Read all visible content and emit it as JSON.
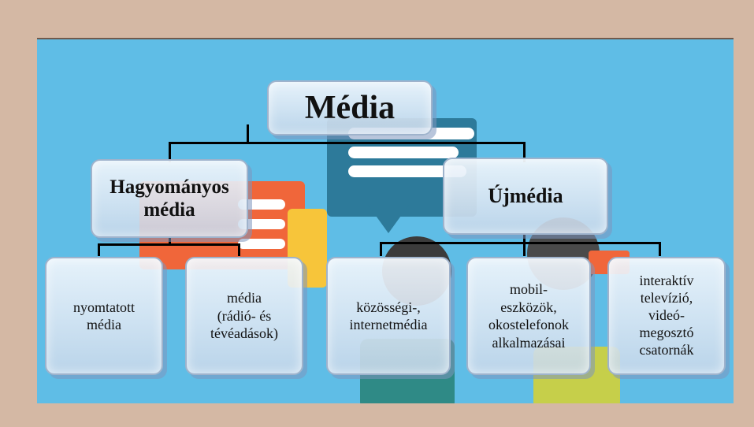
{
  "diagram": {
    "root": {
      "label": "Média"
    },
    "branches": [
      {
        "label": "Hagyományos\nmédia",
        "children": [
          {
            "label": "nyomtatott\nmédia"
          },
          {
            "label": "média\n(rádió-  és\ntévéadások)"
          }
        ]
      },
      {
        "label": "Újmédia",
        "children": [
          {
            "label": "közösségi-,\ninternetmédia"
          },
          {
            "label": "mobil-\neszközök,\nokostelefonok\nalkalmazásai"
          },
          {
            "label": "interaktív\ntelevízió,\nvideó-\nmegosztó\ncsatornák"
          }
        ]
      }
    ]
  },
  "colors": {
    "background": "#5fbde6",
    "frame": "#d4b8a4",
    "connector": "#000000",
    "speech_bubble_dark": "#2d7a9a",
    "speech_bubble_orange": "#f0663a",
    "speech_bubble_yellow": "#f7c53a"
  }
}
